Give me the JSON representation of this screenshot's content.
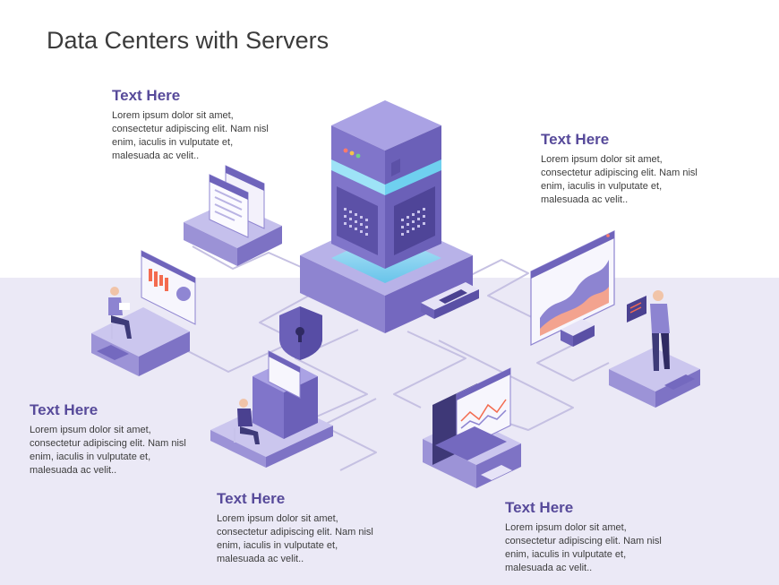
{
  "slide": {
    "title": "Data Centers with Servers"
  },
  "text_blocks": [
    {
      "id": "top-left",
      "heading": "Text Here",
      "body": "Lorem ipsum dolor sit amet,\nconsectetur adipiscing elit. Nam nisl\nenim, iaculis in vulputate et,\nmalesuada ac velit.."
    },
    {
      "id": "top-right",
      "heading": "Text Here",
      "body": "Lorem ipsum dolor sit amet,\nconsectetur adipiscing elit. Nam nisl\nenim, iaculis in vulputate et,\nmalesuada ac velit.."
    },
    {
      "id": "middle-left",
      "heading": "Text Here",
      "body": "Lorem ipsum dolor sit amet,\nconsectetur adipiscing elit. Nam nisl\nenim, iaculis in vulputate et,\nmalesuada ac velit.."
    },
    {
      "id": "bottom-center",
      "heading": "Text Here",
      "body": "Lorem ipsum dolor sit amet,\nconsectetur adipiscing elit. Nam nisl\nenim, iaculis in vulputate et,\nmalesuada ac velit.."
    },
    {
      "id": "bottom-right",
      "heading": "Text Here",
      "body": "Lorem ipsum dolor sit amet,\nconsectetur adipiscing elit. Nam nisl\nenim, iaculis in vulputate et,\nmalesuada ac velit.."
    }
  ],
  "colors": {
    "heading": "#574a9a",
    "server_top": "#a59de0",
    "server_left": "#7f74c9",
    "server_right": "#6a5fb6",
    "glow": "#7fd8f2",
    "floor": "#ebe9f6"
  },
  "icons": [
    "server-tower-icon",
    "shield-lock-icon",
    "browser-window-icon",
    "analytics-dashboard-icon",
    "area-chart-monitor-icon",
    "laptop-chart-icon",
    "desk-worker-icon",
    "standing-person-laptop-icon",
    "seated-person-icon"
  ]
}
